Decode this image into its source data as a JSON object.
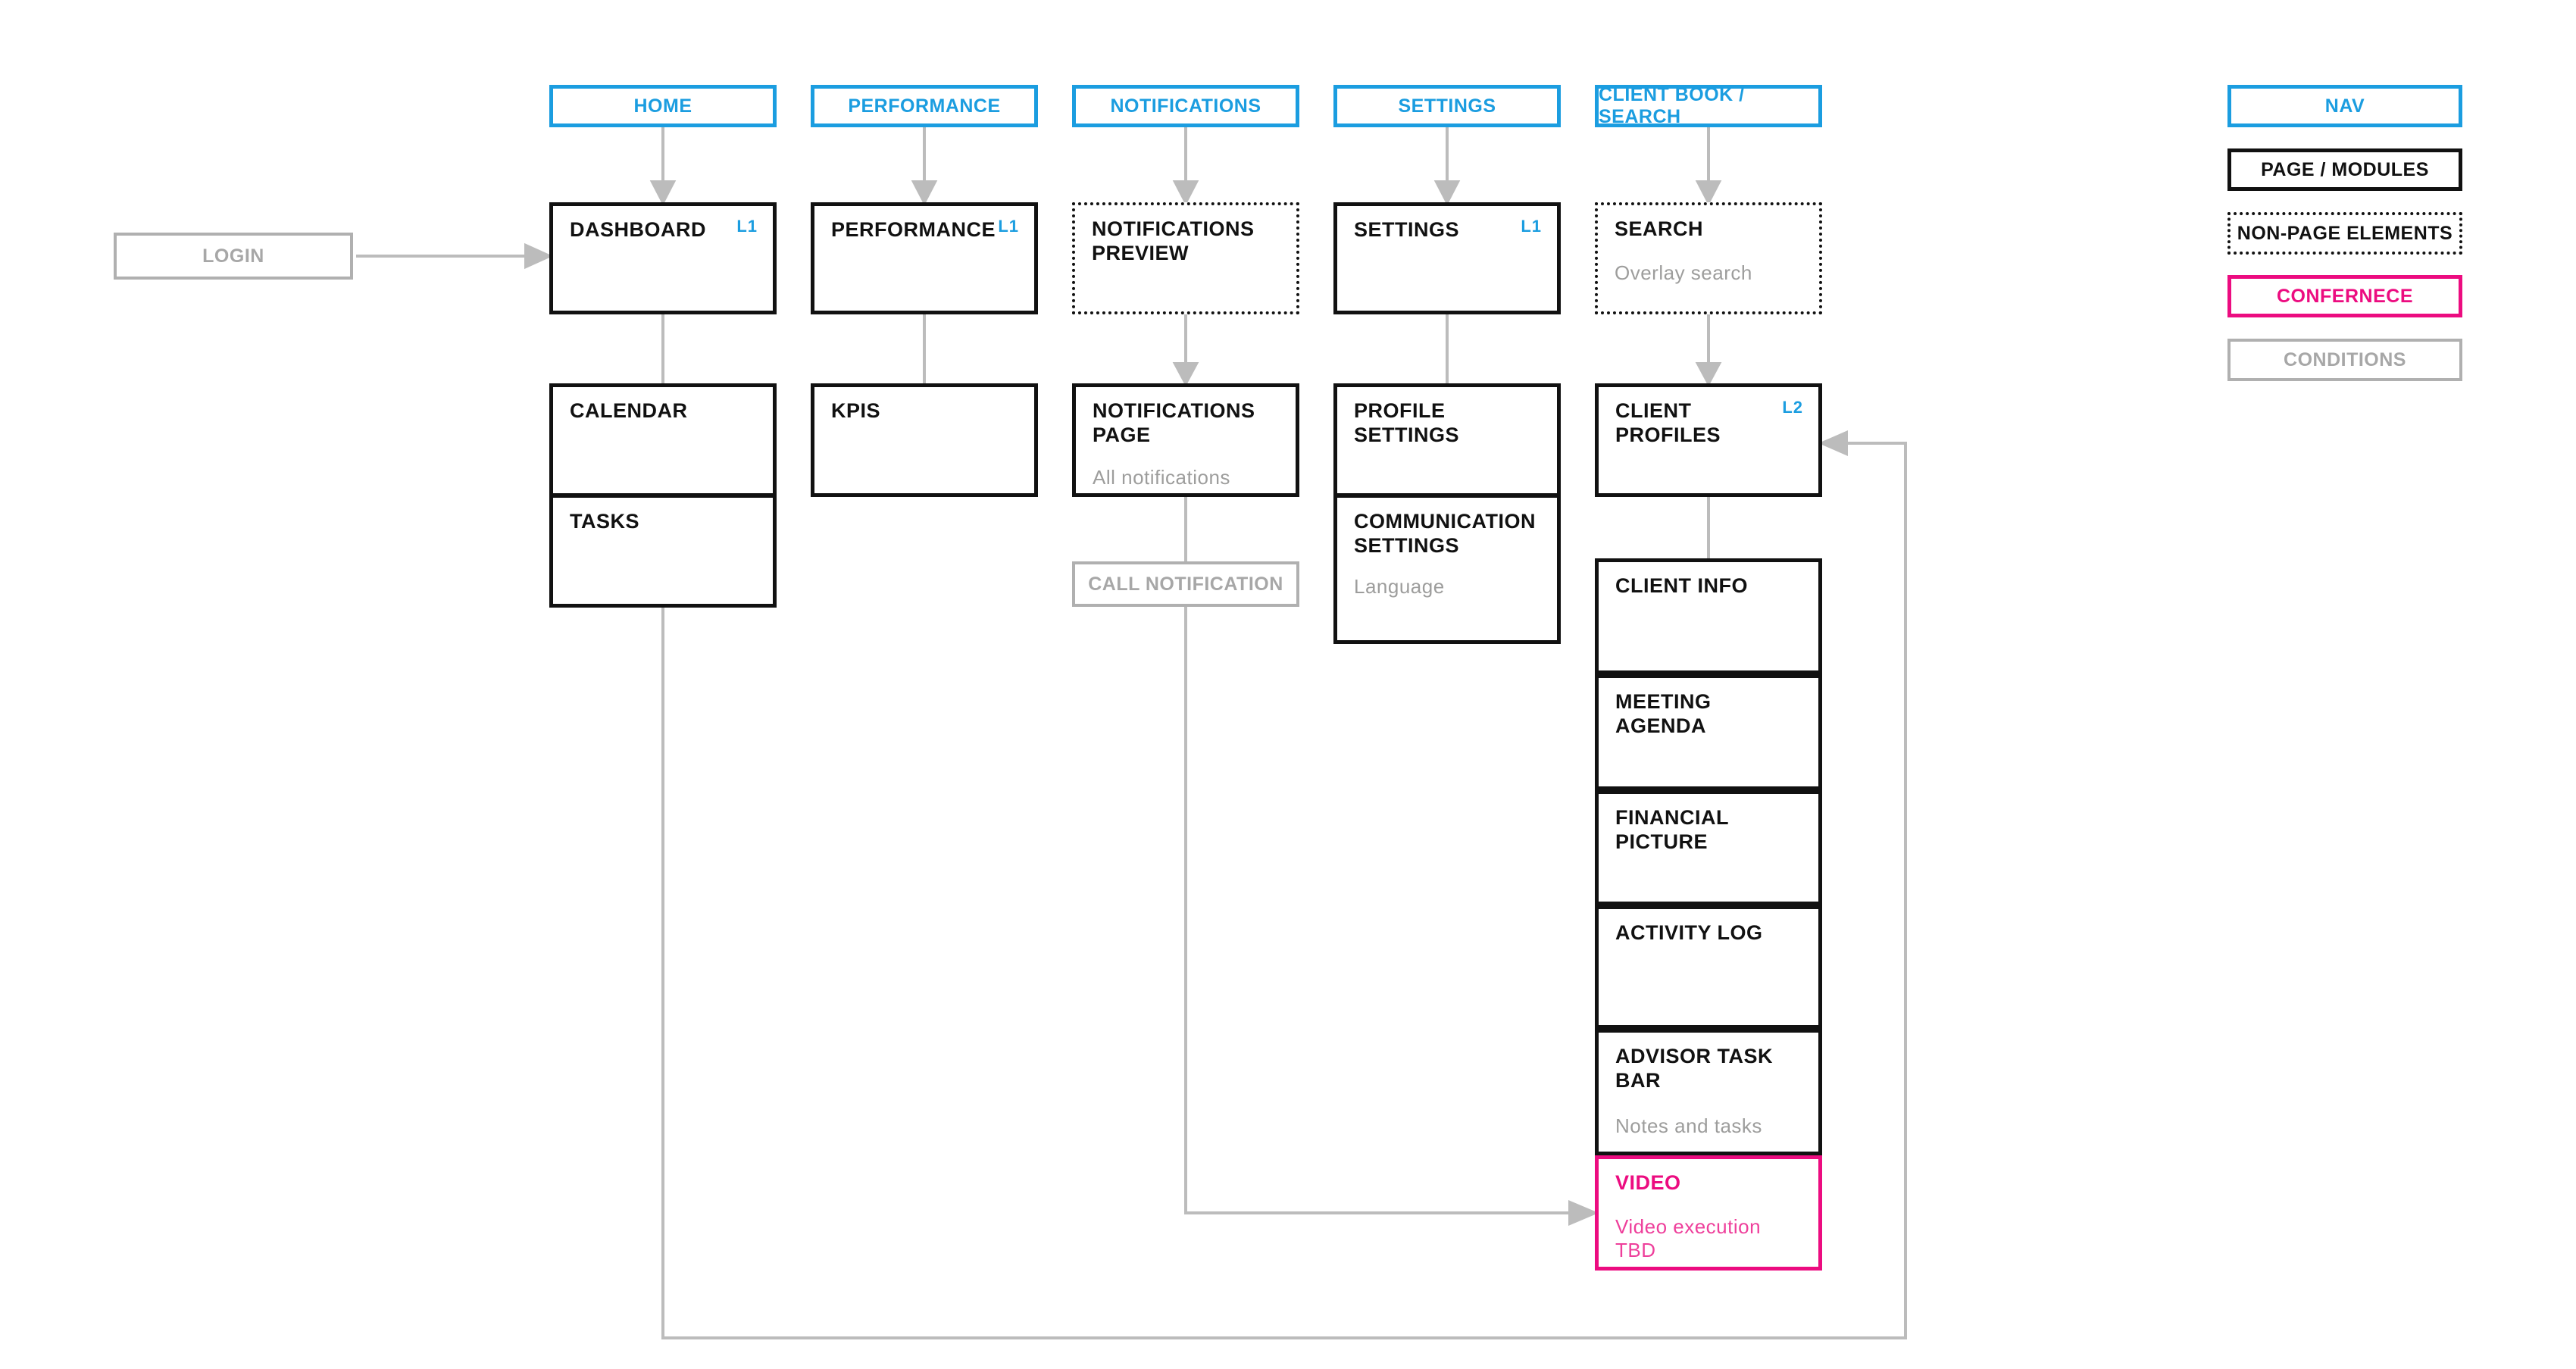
{
  "colors": {
    "nav_cyan": "#1b9de0",
    "module_black": "#111111",
    "conference_magenta": "#ec0c80",
    "condition_gray": "#b0b0b0",
    "subtitle_gray": "#9d9d9c",
    "connector_gray": "#bcbcbc"
  },
  "nav": {
    "items": [
      {
        "label": "HOME"
      },
      {
        "label": "PERFORMANCE"
      },
      {
        "label": "NOTIFICATIONS"
      },
      {
        "label": "SETTINGS"
      },
      {
        "label": "CLIENT BOOK / SEARCH"
      }
    ]
  },
  "login": {
    "label": "LOGIN"
  },
  "pages": {
    "dashboard": {
      "title": "DASHBOARD",
      "level": "L1"
    },
    "performance": {
      "title": "PERFORMANCE",
      "level": "L1"
    },
    "notifications_preview": {
      "title": "NOTIFICATIONS PREVIEW"
    },
    "settings": {
      "title": "SETTINGS",
      "level": "L1"
    },
    "search": {
      "title": "SEARCH",
      "subtitle": "Overlay search"
    },
    "calendar": {
      "title": "CALENDAR"
    },
    "tasks": {
      "title": "TASKS"
    },
    "kpis": {
      "title": "KPIS"
    },
    "notifications_page": {
      "title": "NOTIFICATIONS PAGE",
      "subtitle": "All notifications"
    },
    "call_notification": {
      "label": "CALL NOTIFICATION"
    },
    "profile_settings": {
      "title": "PROFILE SETTINGS"
    },
    "communication_settings": {
      "title": "COMMUNICATION SETTINGS",
      "subtitle": "Language"
    },
    "client_profiles": {
      "title": "CLIENT PROFILES",
      "level": "L2"
    },
    "client_info": {
      "title": "CLIENT INFO"
    },
    "meeting_agenda": {
      "title": "MEETING AGENDA"
    },
    "financial_picture": {
      "title": "FINANCIAL PICTURE"
    },
    "activity_log": {
      "title": "ACTIVITY LOG"
    },
    "advisor_task_bar": {
      "title": "ADVISOR TASK BAR",
      "subtitle": "Notes and tasks"
    },
    "video": {
      "title": "VIDEO",
      "subtitle": "Video execution TBD"
    }
  },
  "legend": {
    "items": [
      {
        "label": "NAV",
        "type": "nav"
      },
      {
        "label": "PAGE / MODULES",
        "type": "page"
      },
      {
        "label": "NON-PAGE ELEMENTS",
        "type": "non-page"
      },
      {
        "label": "CONFERNECE",
        "type": "conference"
      },
      {
        "label": "CONDITIONS",
        "type": "condition"
      }
    ]
  }
}
